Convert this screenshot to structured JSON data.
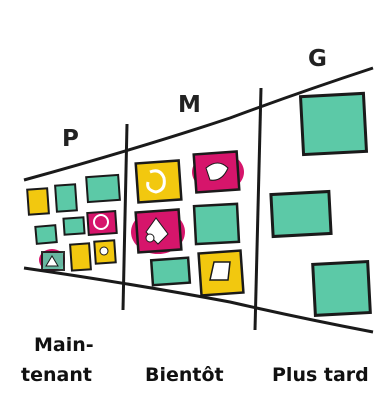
{
  "columns": [
    {
      "letter": "P",
      "label_line1": "Main-",
      "label_line2": "tenant"
    },
    {
      "letter": "M",
      "label": "Bientôt"
    },
    {
      "letter": "G",
      "label": "Plus tard"
    }
  ],
  "colors": {
    "teal": "#5cc9a7",
    "yellow": "#f2c80f",
    "magenta": "#d6156b",
    "outline": "#1a1a1a"
  }
}
